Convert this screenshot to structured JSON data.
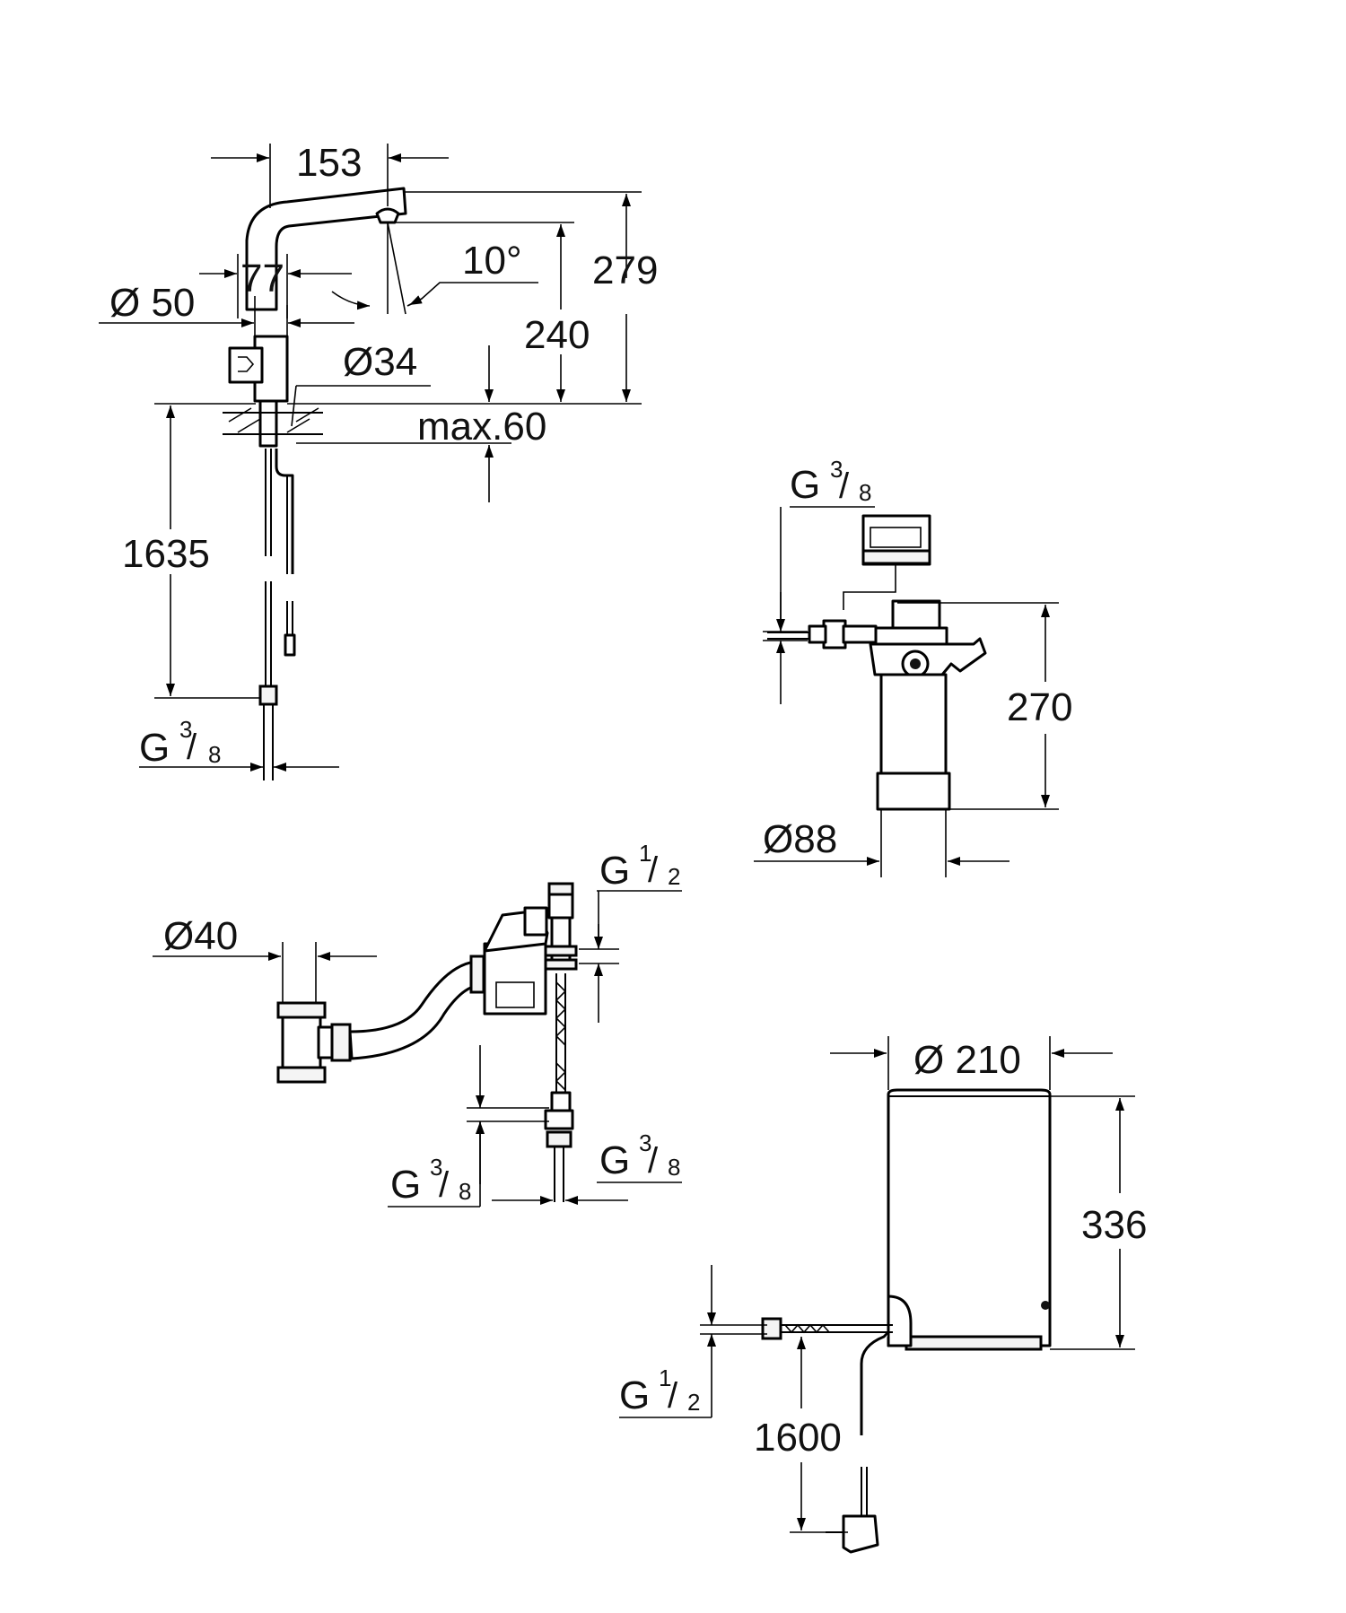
{
  "faucet": {
    "width_153": "153",
    "height_279": "279",
    "spout_angle": "10°",
    "height_240": "240",
    "dia_77": "77",
    "dia_50": "Ø 50",
    "dia_34": "Ø34",
    "max_60": "max.60",
    "hose_1635": "1635",
    "thread": {
      "G": "G",
      "num": "3",
      "den": "8"
    }
  },
  "filter_head": {
    "thread": {
      "G": "G",
      "num": "3",
      "den": "8"
    },
    "height_270": "270",
    "dia_88": "Ø88"
  },
  "valve_assembly": {
    "dia_40": "Ø40",
    "thread_top": {
      "G": "G",
      "num": "1",
      "den": "2"
    },
    "thread_left": {
      "G": "G",
      "num": "3",
      "den": "8"
    },
    "thread_right": {
      "G": "G",
      "num": "3",
      "den": "8"
    }
  },
  "boiler": {
    "dia_210": "Ø 210",
    "height_336": "336",
    "thread": {
      "G": "G",
      "num": "1",
      "den": "2"
    },
    "cable_1600": "1600"
  }
}
